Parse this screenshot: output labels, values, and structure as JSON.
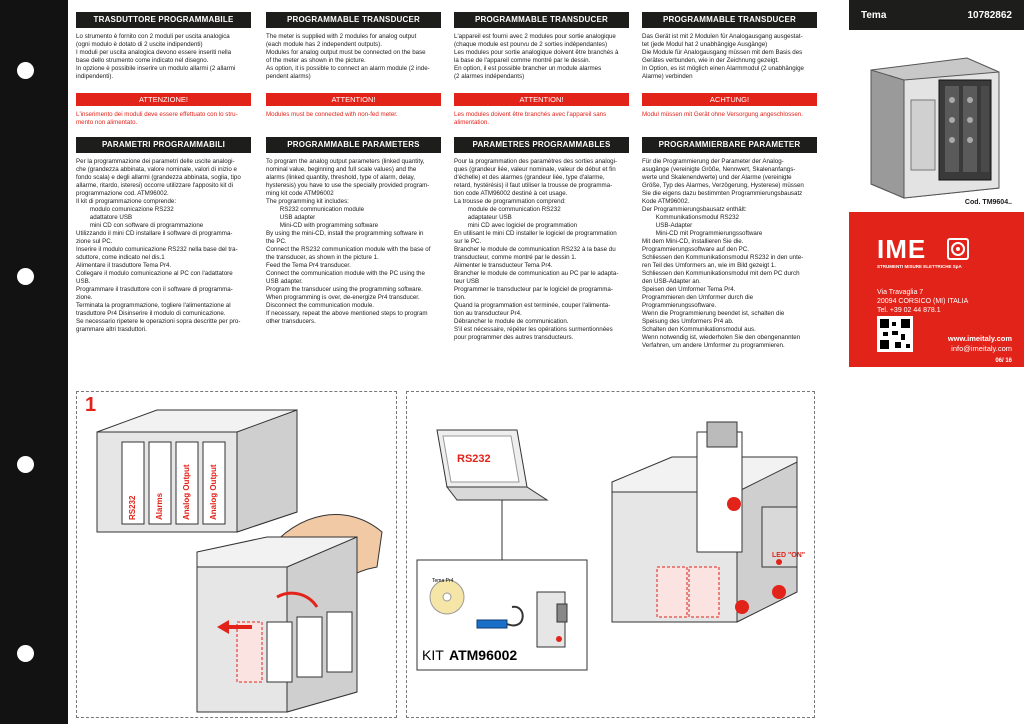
{
  "binder": {
    "holes": 4
  },
  "columns": [
    {
      "title": "TRASDUTTORE PROGRAMMABILE",
      "intro": "Lo strumento è fornito con 2 moduli per uscita analogica\n(ogni modulo è dotato di 2 uscite indipendenti)\nI moduli per uscita analogica devono essere inseriti nella\nbase dello strumento come indicato nel disegno.\nIn opzione è possibile inserire un modulo allarmi (2 allarmi\nindipendenti).",
      "warn_title": "ATTENZIONE!",
      "warn_text": "L'inserimento dei moduli deve essere effettuato con lo stru-\nmento non alimentato.",
      "param_title": "PARAMETRI PROGRAMMABILI",
      "param_text": "Per la programmazione dei parametri delle uscite analogi-\nche (grandezza abbinata, valore nominale, valori di inizio e\nfondo scala) e degli allarmi (grandezza abbinata, soglia, tipo\nallarme, ritardo, isteresi) occorre utilizzare l'apposito kit di\nprogrammazione cod. ATM96002.\nIl kit di programmazione comprende:\n        modulo comunicazione RS232\n        adattatore USB\n        mini CD con software di programmazione\nUtilizzando il mini CD installare il software di programma-\nzione sul PC.\nInserire il modulo comunicazione RS232 nella base del tra-\nsduttore, come indicato nel dis.1\nAlimentare il trasduttore Tema Pr4.\nCollegare il modulo comunicazione al PC con l'adattatore\nUSB.\nProgrammare il trasduttore con il software di programma-\nzione.\nTerminata la programmazione, togliere l'alimentazione al\ntrasduttore Pr4 Disinserire il modulo di comunicazione.\nSe necessario ripetere le operazioni sopra descritte per pro-\ngrammare altri trasduttori."
    },
    {
      "title": "PROGRAMMABLE TRANSDUCER",
      "intro": "The meter is supplied with 2 modules for analog output\n(each module has 2 independent outputs).\nModules for analog output must be connected on the base\nof the meter as shown in the picture.\nAs option, it is possible to connect an alarm module (2 inde-\npendent alarms)",
      "warn_title": "ATTENTION!",
      "warn_text": "Modules must be connected with non-fed meter.",
      "param_title": "PROGRAMMABLE PARAMETERS",
      "param_text": "To program the analog output parameters (linked quantity,\nnominal value, beginning and full scale values) and the\nalarms (linked quantity, threshold, type of alarm, delay,\nhysteresis) you have to use the specially provided program-\nming kit code ATM96002\nThe programming kit includes:\n        RS232 communication module\n        USB adapter\n        Mini-CD with programming software\nBy using the mini-CD, install the programming software in\nthe PC.\nConnect the RS232 communication module with the base of\nthe transducer, as shown in the picture 1.\nFeed the Tema Pr4 transducer.\nConnect the communication module with the PC using the\nUSB adapter.\nProgram the transducer using the programming software.\nWhen programming is over, de-energize Pr4 transducer.\nDisconnect the communication module.\nIf necessary, repeat the above mentioned steps to program\nother transducers."
    },
    {
      "title": "PROGRAMMABLE TRANSDUCER",
      "intro": "L'appareil est fourni avec 2 modules pour sortie analogique\n(chaque module est pourvu de 2 sorties indépendantes)\nLes modules pour sortie analogique doivent être branchés à\nla base de l'appareil comme montré par le dessin.\nEn option, il est possible brancher un module alarmes\n(2 alarmes indépendants)",
      "warn_title": "ATTENTION!",
      "warn_text": "Les modules doivent être branchés avec l'appareil sans\nalimentation.",
      "param_title": "PARAMETRES PROGRAMMABLES",
      "param_text": "Pour la programmation des paramètres des sorties analogi-\nques (grandeur liée, valeur nominale, valeur de début et fin\nd'échelle) et des alarmes (grandeur liée, type d'alarme,\nretard, hystérésis) il faut utiliser la trousse de programma-\ntion code ATM96002 destiné à cet usage.\nLa trousse de programmation comprend:\n        module de communication RS232\n        adaptateur USB\n        mini CD avec logiciel de programmation\nEn utilisant le mini CD installer le logiciel de programmation\nsur le PC.\nBrancher le module de communication RS232 à la base du\ntransducteur, comme montré par le dessin 1.\nAlimenter le transducteur Tema Pr4.\nBrancher le module de communication au PC par le adapta-\nteur USB\nProgrammer le transducteur par le logiciel de programma-\ntion.\nQuand la programmation est terminée, couper l'alimenta-\ntion au transducteur Pr4.\nDébrancher le module de communication.\nS'il est nécessaire, répéter les opérations surmentionnées\npour programmer des autres transducteurs."
    },
    {
      "title": "PROGRAMMABLE TRANSDUCER",
      "intro": "Das Gerät ist mit 2 Modulen für Analogausgang ausgestat-\ntet (jede Modul hat 2 unabhängige Ausgänge)\nDie Module für Analogausgang müssen mit dem Basis des\nGerätes verbunden, wie in der Zeichnung gezeigt.\nIn Option, es ist möglich einen Alarmmodul (2 unabhängige\nAlarme) verbinden",
      "warn_title": "ACHTUNG!",
      "warn_text": "Modul müssen mit Gerät ohne Versorgung angeschlossen.",
      "param_title": "PROGRAMMIERBARE PARAMETER",
      "param_text": "Für die Programmierung der Parameter der Analog-\nasugänge (vereinigte Größe, Nennwert, Skalenanfangs-\nwerte und Skalenendwerte) und der Alarme (vereinigte\nGröße, Typ des Alarmes, Verzögerung, Hysterese) müssen\nSie die eigens dazu bestimmten Programmierungsbausatz\nKode ATM96002.\nDer Programmierungsbausatz enthält:\n        Kommunikationsmodul RS232\n        USB-Adapter\n        Mini-CD mit Programmierungssoftware\nMit dem Mini-CD, installieren Sie die.\nProgrammierungssoftware auf den PC.\nSchliessen den Kommunikationsmodul RS232 in den unte-\nren Teil des Umformers an, wie im Bild gezeigt 1.\nSchliessen den Kommunikationsmodul mit dem PC durch\nden USB-Adapter an.\nSpeisen den Umformer Tema Pr4.\nProgrammieren den Umformer durch die\nProgrammierungssoftware.\nWenn die Programmierung beendet ist, schalten die\nSpeisung des Umformers Pr4 ab.\nSchalten den Kommunikationsmodul aus.\nWenn notwendig ist, wiederholen Sie den obengenannten\nVerfahren, um andere Umformer zu programmieren."
    }
  ],
  "sidebar": {
    "product": "Tema",
    "code": "10782862",
    "photo_code": "Cod. TM9604..",
    "logo": "IME",
    "logo_sub": "STRUMENTI MISURE ELETTRICHE SpA",
    "address": "Via Travaglia 7",
    "city": "20094 CORSICO (MI)   ITALIA",
    "tel": "Tel. +39 02 44 878.1",
    "web": "www.imeitaly.com",
    "email": "info@imeitaly.com",
    "date": "06/ 16"
  },
  "figure1": {
    "number": "1",
    "modules": [
      "RS232",
      "Alarms",
      "Analog Output",
      "Analog Output"
    ]
  },
  "figure2": {
    "pc_label": "RS232",
    "kit_label": "KIT",
    "kit_code": "ATM96002",
    "cd_label": "Tema Pr4",
    "led_label": "LED \"ON\""
  },
  "colors": {
    "accent": "#e2231a",
    "dark": "#1d1d1b"
  }
}
